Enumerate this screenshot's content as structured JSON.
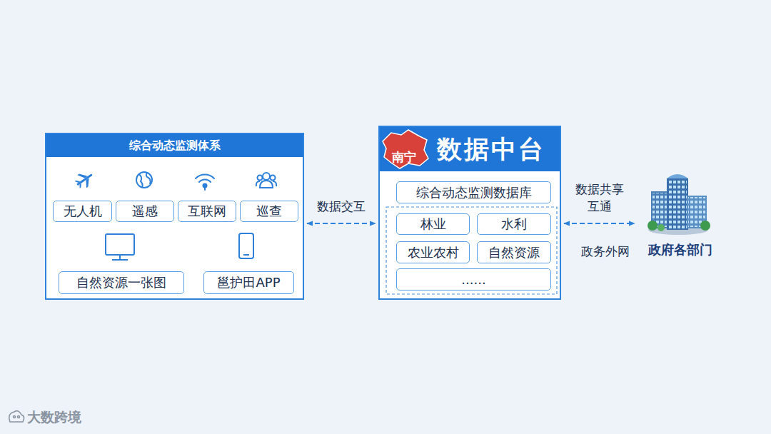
{
  "diagram": {
    "nodes": [
      {
        "text": [
          "综合动态监测体系"
        ]
      },
      {
        "text": [
          "无人机"
        ],
        "in": 0
      },
      {
        "text": [
          "遥感"
        ],
        "in": 0
      },
      {
        "text": [
          "互联网"
        ],
        "in": 0
      },
      {
        "text": [
          "巡查"
        ],
        "in": 0
      },
      {
        "text": [
          "自然资源一张图"
        ],
        "in": 0
      },
      {
        "text": [
          "邕护田APP"
        ],
        "in": 0
      },
      {
        "text": [
          "数据中台"
        ]
      },
      {
        "text": [
          "综合动态监测数据库"
        ],
        "in": 7
      },
      {
        "text": [
          "林业"
        ],
        "in": 7
      },
      {
        "text": [
          "水利"
        ],
        "in": 7
      },
      {
        "text": [
          "农业农村"
        ],
        "in": 7
      },
      {
        "text": [
          "自然资源"
        ],
        "in": 7
      },
      {
        "text": [
          "......"
        ],
        "in": 7
      },
      {
        "text": [
          "政府各部门"
        ]
      }
    ],
    "edges": [
      {
        "from": 0,
        "to": 7,
        "arrow": "both",
        "label": "数据交互"
      },
      {
        "from": 7,
        "to": 14,
        "arrow": "both",
        "label": "数据共享 互通"
      }
    ],
    "labels": [
      "南宁",
      "政务外网",
      "大数跨境"
    ]
  }
}
